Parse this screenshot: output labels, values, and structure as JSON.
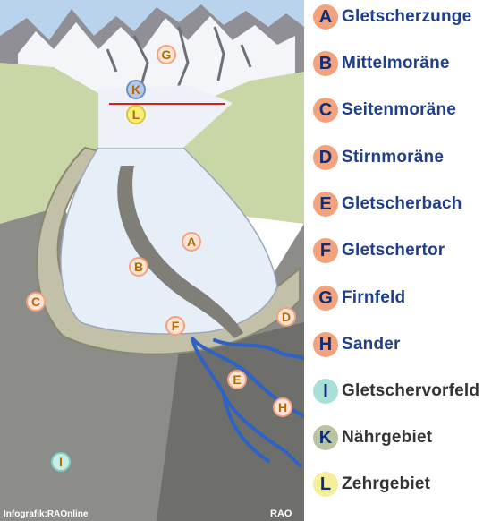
{
  "legend": [
    {
      "letter": "A",
      "term": "Gletscherzunge",
      "color": "#f4a27c"
    },
    {
      "letter": "B",
      "term": "Mittelmoräne",
      "color": "#f4a27c"
    },
    {
      "letter": "C",
      "term": "Seitenmoräne",
      "color": "#f4a27c"
    },
    {
      "letter": "D",
      "term": "Stirnmoräne",
      "color": "#f4a27c"
    },
    {
      "letter": "E",
      "term": "Gletscherbach",
      "color": "#f4a27c"
    },
    {
      "letter": "F",
      "term": "Gletschertor",
      "color": "#f4a27c"
    },
    {
      "letter": "G",
      "term": "Firnfeld",
      "color": "#f4a27c"
    },
    {
      "letter": "H",
      "term": "Sander",
      "color": "#f4a27c"
    },
    {
      "letter": "I",
      "term": "Gletschervorfeld",
      "color": "#a8e0d8"
    },
    {
      "letter": "K",
      "term": "Nährgebiet",
      "color": "#b8c4a0"
    },
    {
      "letter": "L",
      "term": "Zehrgebiet",
      "color": "#f5ee9a"
    }
  ],
  "diagram_labels": {
    "A": "A",
    "B": "B",
    "C": "C",
    "D": "D",
    "E": "E",
    "F": "F",
    "G": "G",
    "H": "H",
    "I": "I",
    "K": "K",
    "L": "L"
  },
  "credits": {
    "source": "Infografik:RAOnline",
    "logo": "RAO"
  },
  "colors": {
    "sky": "#a8c8e8",
    "ice": "#e4ecf6",
    "moraine": "#8c8c80",
    "ground": "#8a8a86",
    "meadow": "#c8d8a0",
    "meltwater": "#2e62c8",
    "snowline": "#d42020"
  }
}
